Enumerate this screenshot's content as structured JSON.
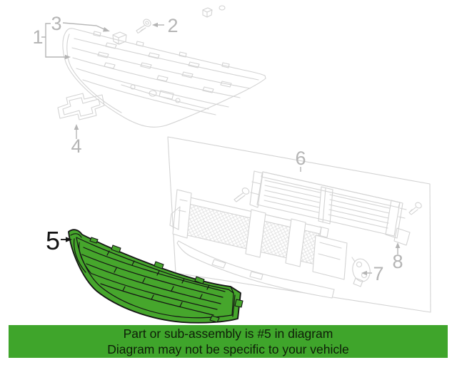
{
  "diagram": {
    "type": "exploded-parts-diagram",
    "subject": "front-grille-and-components",
    "highlighted_callout": "5",
    "callouts": [
      {
        "number": "1",
        "part": "upper-grille"
      },
      {
        "number": "2",
        "part": "bolt"
      },
      {
        "number": "3",
        "part": "clip-nut"
      },
      {
        "number": "4",
        "part": "bowtie-emblem"
      },
      {
        "number": "5",
        "part": "lower-grille-highlighted"
      },
      {
        "number": "6",
        "part": "radiator-shutter-assembly"
      },
      {
        "number": "7",
        "part": "mount-bracket"
      },
      {
        "number": "8",
        "part": "shutter-end-screw"
      }
    ]
  },
  "banner": {
    "line1": "Part or sub-assembly is #5 in diagram",
    "line2": "Diagram may not be specific to your vehicle"
  },
  "colors": {
    "highlight_green": "#46a62c",
    "banner_green": "#3fa52b",
    "line_art_gray": "#d3d3d3",
    "label_gray": "#b5b5b5",
    "outline_black": "#141414",
    "background": "#ffffff"
  }
}
